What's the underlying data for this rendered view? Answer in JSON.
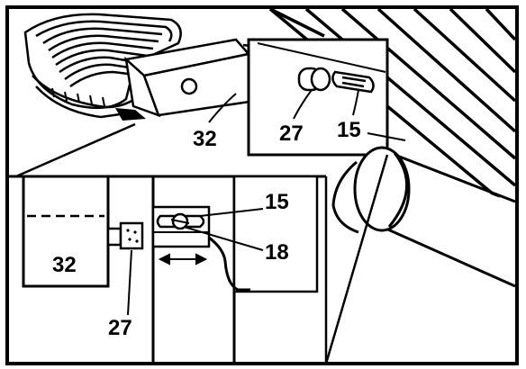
{
  "figure": {
    "colors": {
      "ink": "#000000",
      "paper": "#ffffff",
      "fill": "#ebebeb"
    },
    "callouts": {
      "main_32": "32",
      "main_27": "27",
      "main_15": "15",
      "detail_15": "15",
      "detail_18": "18",
      "detail_32": "32",
      "detail_27": "27"
    }
  }
}
